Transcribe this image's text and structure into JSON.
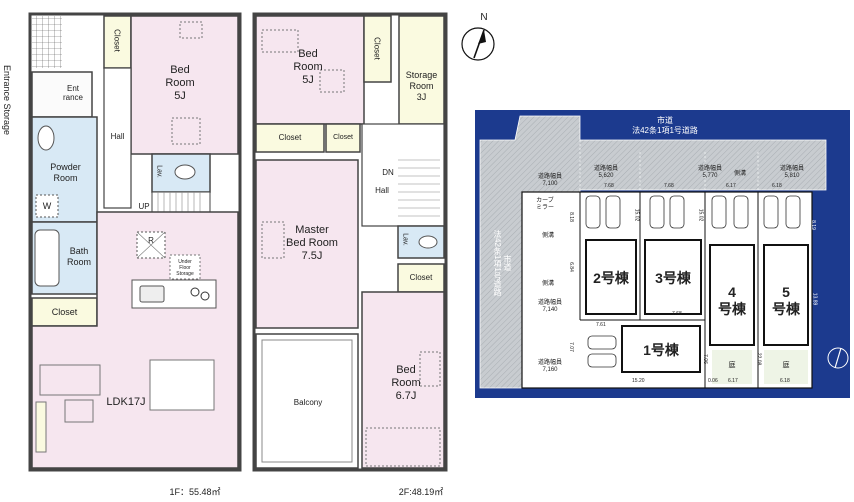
{
  "floor1": {
    "side_label": "Entrance Storage",
    "rooms": {
      "closet_top": "Closet",
      "bedroom": "Bed\nRoom\n5J",
      "entrance": "Ent\nrance",
      "hall": "Hall",
      "powder": "Powder\nRoom",
      "lav": "Lav.",
      "w": "W",
      "up": "UP",
      "bath": "Bath\nRoom",
      "r": "R",
      "under_floor": "Under\nFloor\nStorage",
      "closet_left": "Closet",
      "ldk": "LDK17J"
    },
    "area": "1F：55.48㎡"
  },
  "floor2": {
    "rooms": {
      "bedroom_a": "Bed\nRoom\n5J",
      "closet_a": "Closet",
      "storage": "Storage\nRoom\n3J",
      "closet_b": "Closet",
      "closet_c": "Closet",
      "dn": "DN",
      "hall": "Hall",
      "master": "Master\nBed Room\n7.5J",
      "lav": "Lav.",
      "closet_d": "Closet",
      "balcony": "Balcony",
      "bedroom_b": "Bed\nRoom\n6.7J"
    },
    "area": "2F:48.19㎡"
  },
  "compass": {
    "letter": "N"
  },
  "site_plan": {
    "road_top": "市道\n法42条1項1号道路",
    "road_left": "市道\n法42条1項1号道路",
    "road_widths": [
      "道路幅員\n5,620",
      "道路幅員\n5,770",
      "道路幅員\n5,810",
      "道路幅員\n7,100",
      "道路幅員\n7,140",
      "道路幅員\n7,160"
    ],
    "curve_mirror": "カーブ\nミラー",
    "labels_misc": [
      "側溝",
      "側溝",
      "側溝",
      "庭",
      "庭"
    ],
    "dims": [
      "7.68",
      "7.68",
      "6.17",
      "6.18",
      "15.02",
      "15.02",
      "8.18",
      "6.84",
      "7.61",
      "7.68",
      "7.07",
      "7.06",
      "22.08",
      "15.20",
      "0.06",
      "6.17",
      "6.18",
      "8.19",
      "13.89"
    ],
    "lots": [
      "1号棟",
      "2号棟",
      "3号棟",
      "4\n号棟",
      "5\n号棟"
    ],
    "colors": {
      "background": "#1c3a8e",
      "road": "#c9cdd2",
      "lot": "#ffffff",
      "building": "#111111"
    }
  }
}
